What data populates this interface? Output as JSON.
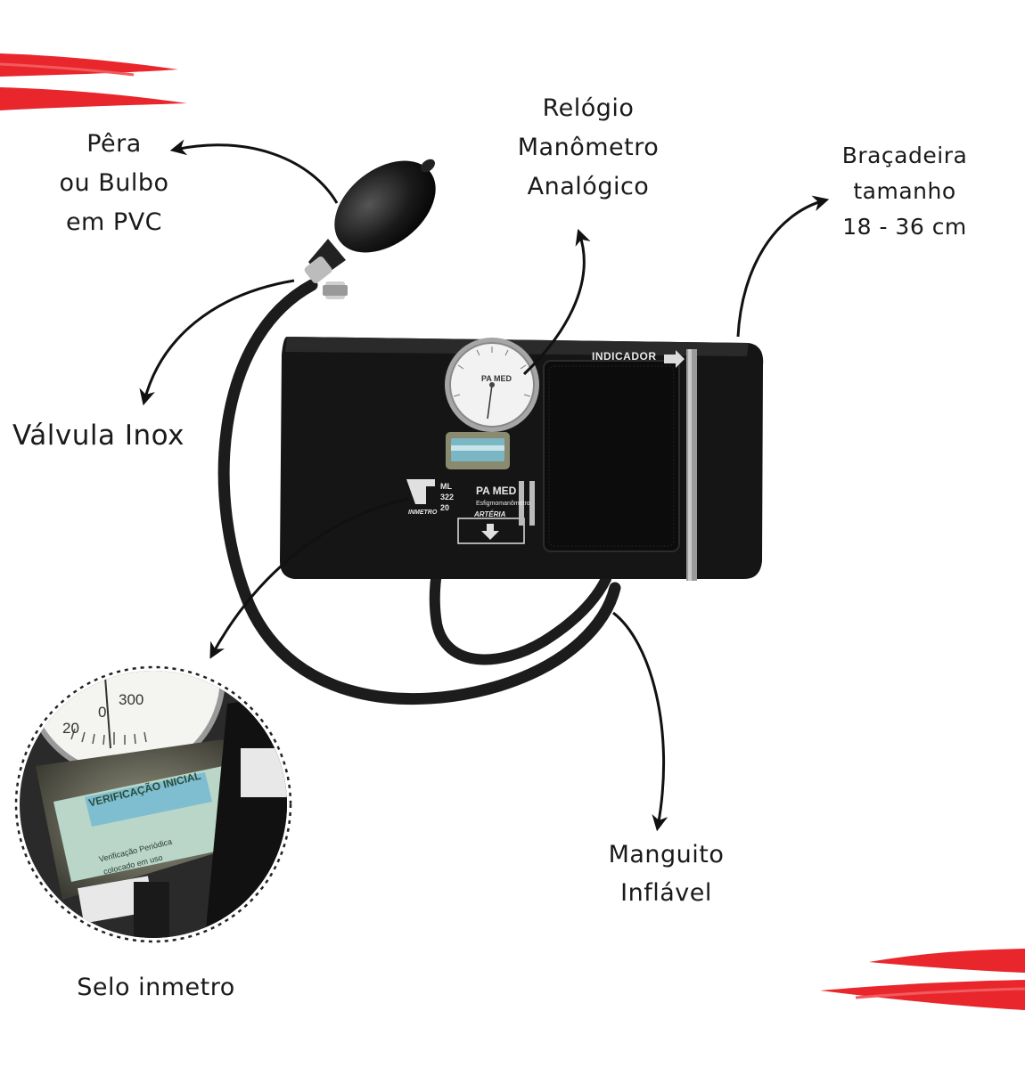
{
  "labels": {
    "pera": [
      "Pêra",
      "ou Bulbo",
      "em PVC"
    ],
    "relogio": [
      "Relógio",
      "Manômetro",
      "Analógico"
    ],
    "bracadeira": [
      "Braçadeira",
      "tamanho",
      "18 - 36 cm"
    ],
    "valvula": "Válvula Inox",
    "manguito": [
      "Manguito",
      "Inflável"
    ],
    "selo": "Selo inmetro"
  },
  "cuff": {
    "indicador": "INDICADOR",
    "brand": "PA MED",
    "subtitle": "Esfigmomanômetro",
    "arteria": "ARTÉRIA",
    "inmetro": "INMETRO",
    "ml": [
      "ML",
      "322",
      "20"
    ]
  },
  "gauge": {
    "brand": "PA MED",
    "zoom_labels": [
      "20",
      "0",
      "300",
      "VERIFICAÇÃO INICIAL",
      "Verificação Periódica",
      "colocado em uso"
    ]
  },
  "colors": {
    "accent_red": "#e8262c",
    "cuff_black": "#151515",
    "arrow": "#111111"
  }
}
